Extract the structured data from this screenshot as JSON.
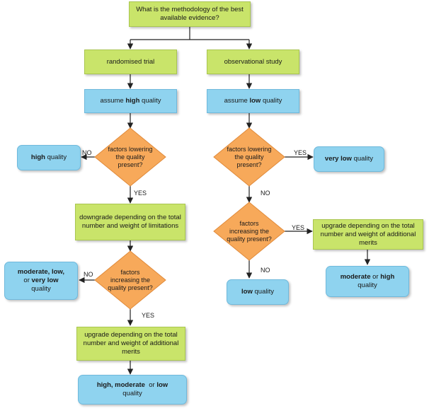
{
  "nodes": {
    "question": "What is the methodology of the best available evidence?",
    "randomised": "randomised trial",
    "observational": "observational study",
    "assume_high": {
      "pre": "assume ",
      "strong": "high",
      "post": " quality"
    },
    "assume_low": {
      "pre": "assume ",
      "strong": "low",
      "post": " quality"
    },
    "d_lower_left": "factors lowering the quality present?",
    "d_lower_right": "factors lowering the quality present?",
    "d_incr_left": "factors increasing the quality present?",
    "d_incr_right": "factors increasing the quality present?",
    "high_quality": {
      "strong": "high",
      "post": " quality"
    },
    "very_low_quality": {
      "strong": "very low",
      "post": " quality"
    },
    "downgrade": "downgrade depending on the total number and weight of limitations",
    "upgrade_left": "upgrade depending on the total number and weight of additional merits",
    "upgrade_right": "upgrade depending on the total number and weight of additional merits",
    "mod_low_vlow": {
      "s1": "moderate, low,",
      "p1": "or ",
      "s2": "very low",
      "p2": "quality"
    },
    "low_quality": {
      "strong": "low",
      "post": " quality"
    },
    "mod_or_high": {
      "s1": "moderate",
      "p1": " or ",
      "s2": "high",
      "p2": "quality"
    },
    "final_left": {
      "s1": "high, moderate",
      "p1": "  or ",
      "s2": "low",
      "p2": "quality"
    }
  },
  "labels": {
    "no_1": "NO",
    "yes_1": "YES",
    "yes_2": "YES",
    "no_2": "NO",
    "no_3": "NO",
    "yes_3": "YES",
    "yes_4": "YES",
    "no_4": "NO"
  },
  "colors": {
    "process": "#c9e46a",
    "outcome": "#8fd3ef",
    "decision": "#f7a95a",
    "arrow": "#222222"
  }
}
